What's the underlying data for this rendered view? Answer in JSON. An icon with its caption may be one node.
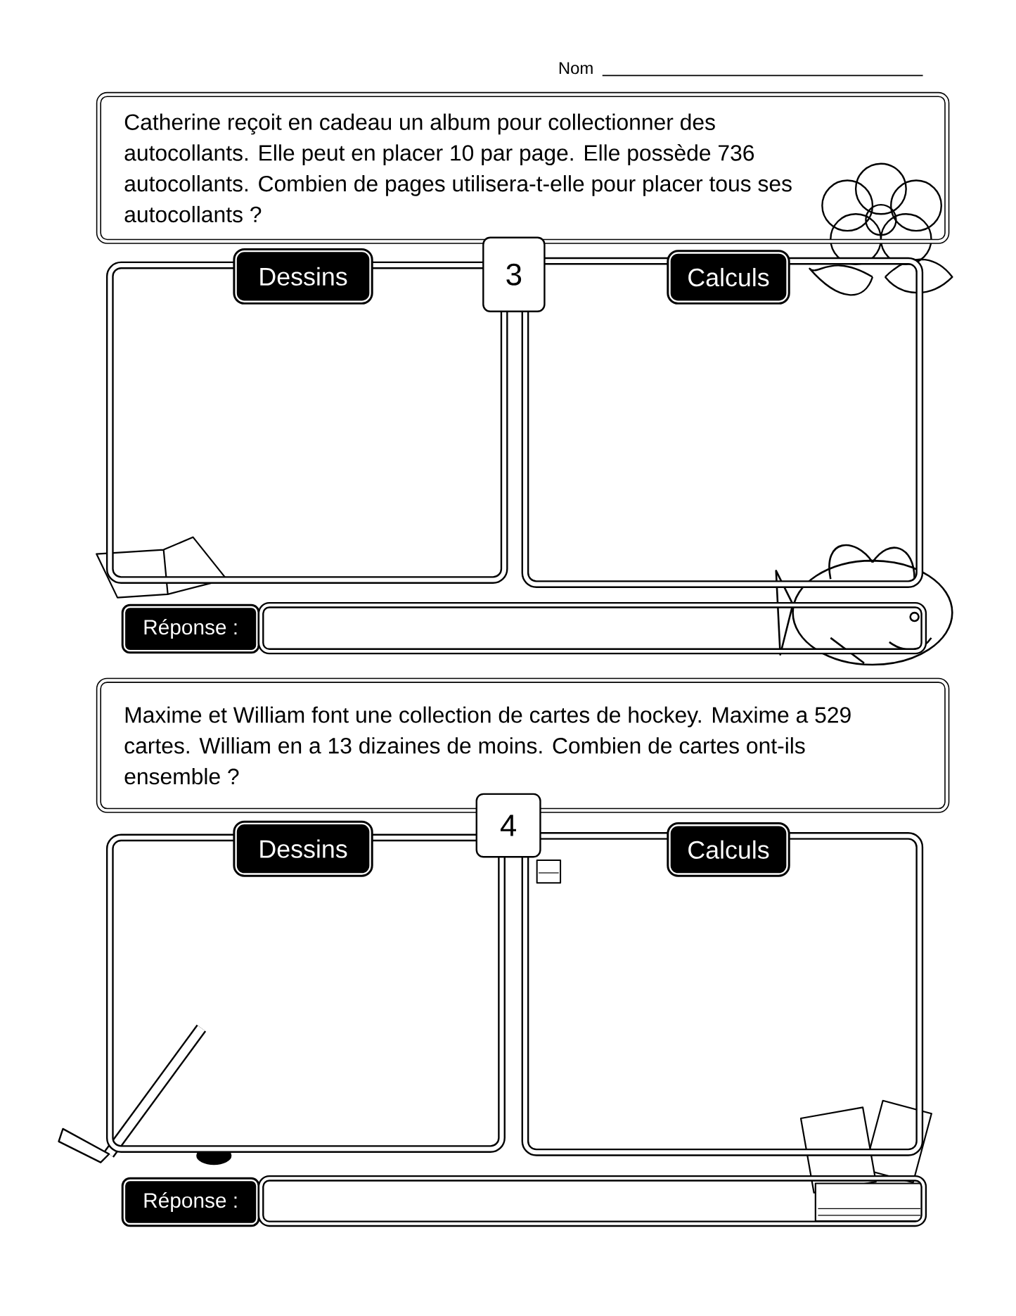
{
  "diagram": {
    "nodes": [
      {
        "text": [
          "Catherine reçoit en cadeau un album pour collectionner des autocollants. Elle peut en placer 10 par page. Elle possède 736 autocollants. Combien de pages utilisera-t-elle pour placer tous ses autocollants ?"
        ]
      },
      {
        "text": [
          "Dessins"
        ]
      },
      {
        "text": [
          "3"
        ]
      },
      {
        "text": [
          "Calculs"
        ]
      },
      {
        "text": [],
        "shape": "box"
      },
      {
        "text": [],
        "shape": "box"
      },
      {
        "text": [
          "Réponse :"
        ]
      },
      {
        "text": [],
        "shape": "box"
      },
      {
        "text": [
          "Maxime et William font une collection de cartes de hockey. Maxime a 529 cartes. William en a 13 dizaines de moins. Combien de cartes ont-ils ensemble ?"
        ]
      },
      {
        "text": [
          "Dessins"
        ]
      },
      {
        "text": [
          "4"
        ]
      },
      {
        "text": [
          "Calculs"
        ]
      },
      {
        "text": [],
        "shape": "box"
      },
      {
        "text": [],
        "shape": "box"
      },
      {
        "text": [
          "Réponse :"
        ]
      },
      {
        "text": [],
        "shape": "box"
      }
    ],
    "labels": [
      "Nom"
    ]
  }
}
